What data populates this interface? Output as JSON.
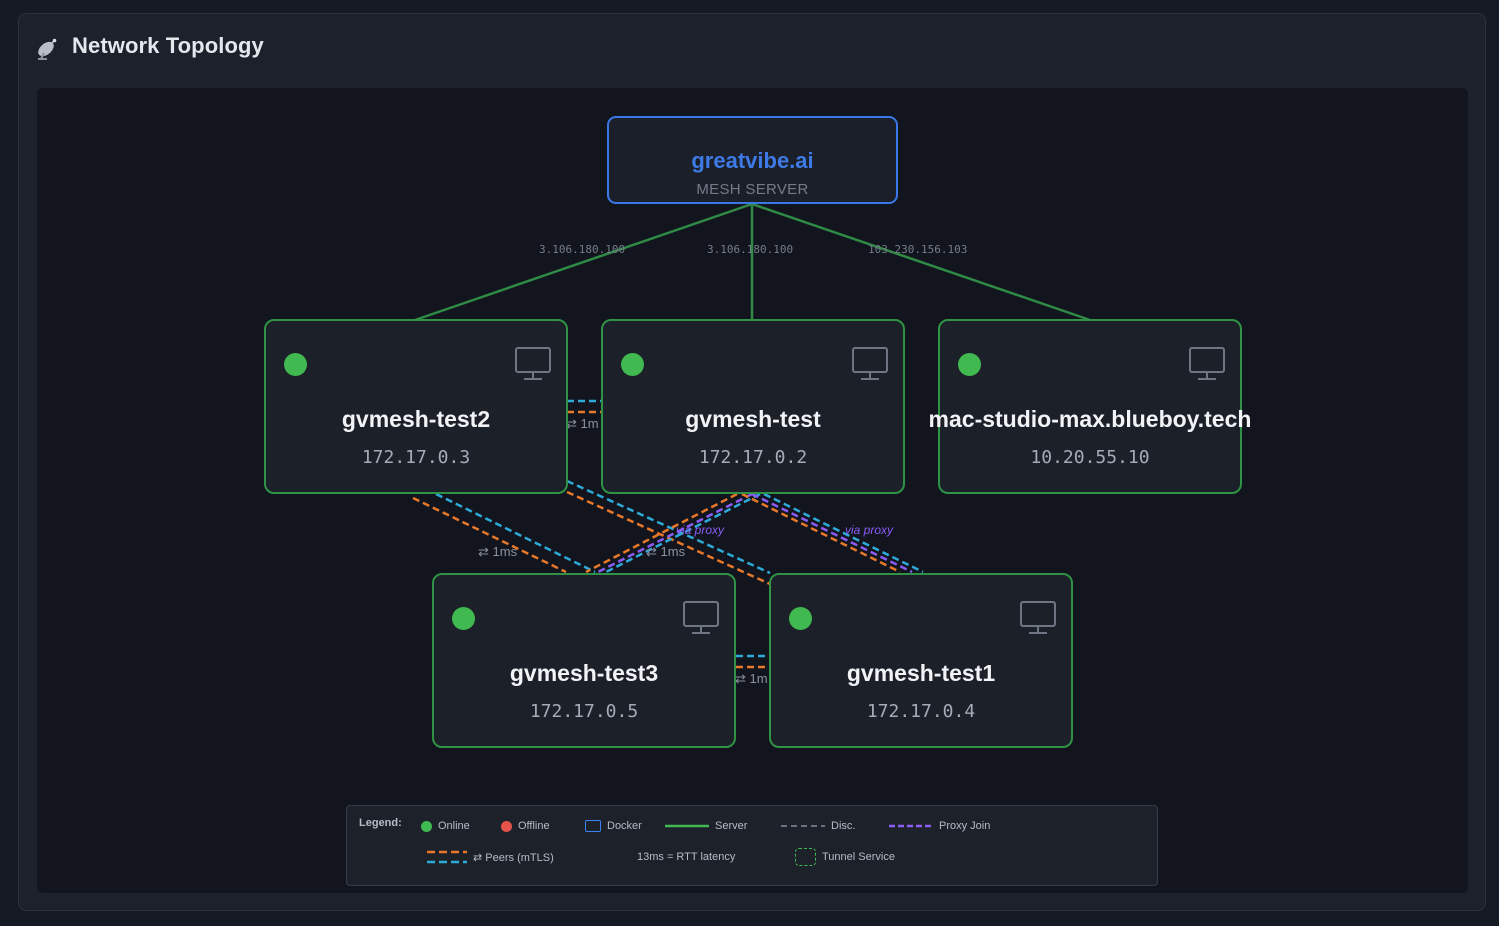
{
  "header": {
    "title": "Network Topology",
    "icon": "satellite-dish-icon"
  },
  "server": {
    "name": "greatvibe.ai",
    "role": "MESH SERVER"
  },
  "nodes": [
    {
      "name": "gvmesh-test2",
      "ip": "172.17.0.3",
      "status": "online"
    },
    {
      "name": "gvmesh-test",
      "ip": "172.17.0.2",
      "status": "online"
    },
    {
      "name": "mac-studio-max.blueboy.tech",
      "ip": "10.20.55.10",
      "status": "online"
    },
    {
      "name": "gvmesh-test3",
      "ip": "172.17.0.5",
      "status": "online"
    },
    {
      "name": "gvmesh-test1",
      "ip": "172.17.0.4",
      "status": "online"
    }
  ],
  "server_links": [
    {
      "label": "3.106.180.100"
    },
    {
      "label": "3.106.180.100"
    },
    {
      "label": "103.230.156.103"
    }
  ],
  "edge_labels": {
    "rtt_short": "⇄ 1m",
    "rtt_full": "⇄ 1ms",
    "proxy": "via proxy"
  },
  "legend": {
    "title": "Legend:",
    "online": "Online",
    "offline": "Offline",
    "docker": "Docker",
    "server": "Server",
    "disc": "Disc.",
    "proxy_join": "Proxy Join",
    "peers": "⇄ Peers (mTLS)",
    "rtt_note": "13ms = RTT latency",
    "tunnel": "Tunnel Service"
  },
  "colors": {
    "online": "#3fb950",
    "offline": "#e5534b",
    "docker": "#3b82f6",
    "server_link": "#2f8a45",
    "disc": "#6b7280",
    "proxy": "#8b5cf6",
    "peer_a": "#e8782a",
    "peer_b": "#2eaad8",
    "server_accent": "#3b78e7"
  }
}
